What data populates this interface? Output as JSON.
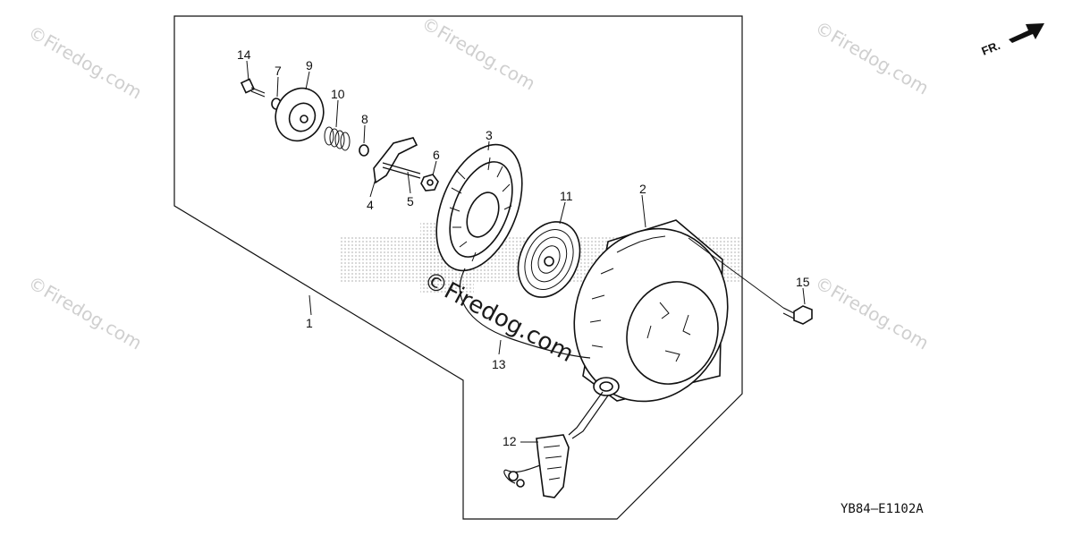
{
  "watermark": {
    "text": "©Firedog.com",
    "center_text": "©Firedog.com"
  },
  "drawing_code": "YB84—E1102A",
  "direction_label": "FR.",
  "callouts": [
    {
      "id": "1",
      "label": "1"
    },
    {
      "id": "2",
      "label": "2"
    },
    {
      "id": "3",
      "label": "3"
    },
    {
      "id": "4",
      "label": "4"
    },
    {
      "id": "5",
      "label": "5"
    },
    {
      "id": "6",
      "label": "6"
    },
    {
      "id": "7",
      "label": "7"
    },
    {
      "id": "8",
      "label": "8"
    },
    {
      "id": "9",
      "label": "9"
    },
    {
      "id": "10",
      "label": "10"
    },
    {
      "id": "11",
      "label": "11"
    },
    {
      "id": "12",
      "label": "12"
    },
    {
      "id": "13",
      "label": "13"
    },
    {
      "id": "14",
      "label": "14"
    },
    {
      "id": "15",
      "label": "15"
    }
  ],
  "colors": {
    "line": "#111111",
    "watermark": "#cfcfcf",
    "halftone": "#bdbdbd"
  }
}
